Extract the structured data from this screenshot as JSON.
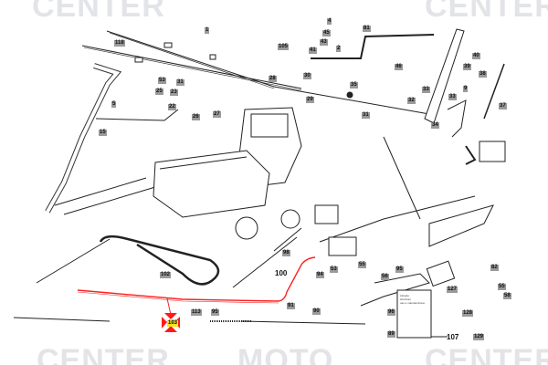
{
  "watermark": {
    "line1": "MOTO",
    "line2": "CENTER"
  },
  "colors": {
    "highlight_cable": "#ff2020",
    "highlight_label": "#f3e21a",
    "marker": "#ff1a1a",
    "watermark": "#e3e4e8"
  },
  "selected_part": "103",
  "labels": [
    "1",
    "118",
    "53",
    "25",
    "23",
    "31",
    "22",
    "5",
    "15",
    "26",
    "27",
    "28",
    "105",
    "4",
    "81",
    "45",
    "43",
    "41",
    "2",
    "46",
    "30",
    "29",
    "35",
    "31",
    "40",
    "39",
    "38",
    "33",
    "32",
    "33",
    "9",
    "34",
    "37",
    "100",
    "102",
    "103",
    "98",
    "94",
    "53",
    "55",
    "107",
    "95",
    "96",
    "89",
    "82",
    "127",
    "128",
    "129",
    "58",
    "55",
    "113",
    "95",
    "91",
    "90",
    "56"
  ],
  "manual_card_lines": [
    "Libretto",
    "istruzioni",
    "uso e manutenzione"
  ]
}
